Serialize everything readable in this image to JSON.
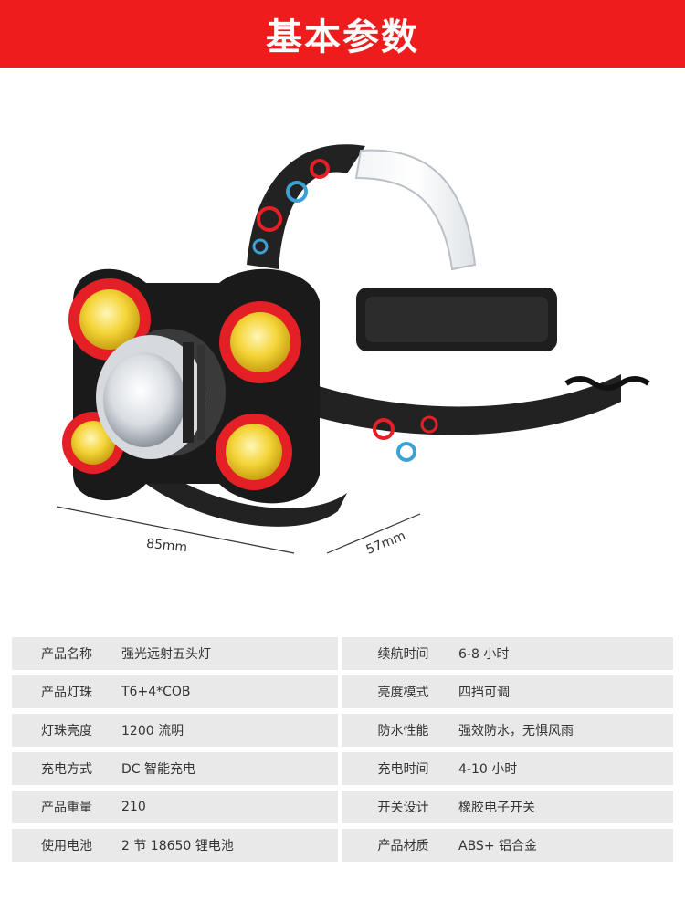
{
  "banner": {
    "title": "基本参数"
  },
  "dimensions": {
    "width_label": "85mm",
    "depth_label": "57mm"
  },
  "specs": [
    {
      "k1": "产品名称",
      "v1": "强光远射五头灯",
      "k2": "续航时间",
      "v2": "6-8 小时"
    },
    {
      "k1": "产品灯珠",
      "v1": "T6+4*COB",
      "k2": "亮度模式",
      "v2": "四挡可调"
    },
    {
      "k1": "灯珠亮度",
      "v1": "1200 流明",
      "k2": "防水性能",
      "v2": "强效防水，无惧风雨"
    },
    {
      "k1": "充电方式",
      "v1": "DC 智能充电",
      "k2": "充电时间",
      "v2": "4-10 小时"
    },
    {
      "k1": "产品重量",
      "v1": "210",
      "k2": "开关设计",
      "v2": "橡胶电子开关"
    },
    {
      "k1": "使用电池",
      "v1": "2 节 18650 锂电池",
      "k2": "产品材质",
      "v2": "ABS+ 铝合金"
    }
  ],
  "colors": {
    "banner": "#ee1c1c",
    "rowBg": "#e9e9e9",
    "accentRed": "#e41f26",
    "lensYellow": "#f4d437"
  }
}
